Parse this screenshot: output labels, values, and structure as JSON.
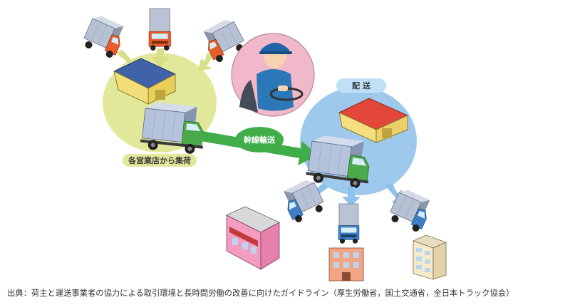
{
  "labels": {
    "pickup": "各営業店から集荷",
    "trunk": "幹線輸送",
    "delivery": "配 送"
  },
  "source": "出典：荷主と運送事業者の協力による取引環境と長時間労働の改善に向けたガイドライン（厚生労働省，国土交通省，全日本トラック協会）",
  "colors": {
    "pickup_area": "#e2e89a",
    "delivery_area": "#9fc9ec",
    "trunk_arrow": "#3fae49",
    "delivery_arrow": "#8cc3ec",
    "pickup_arrow": "#d9df88",
    "driver_circle": "#f0b8c8"
  }
}
